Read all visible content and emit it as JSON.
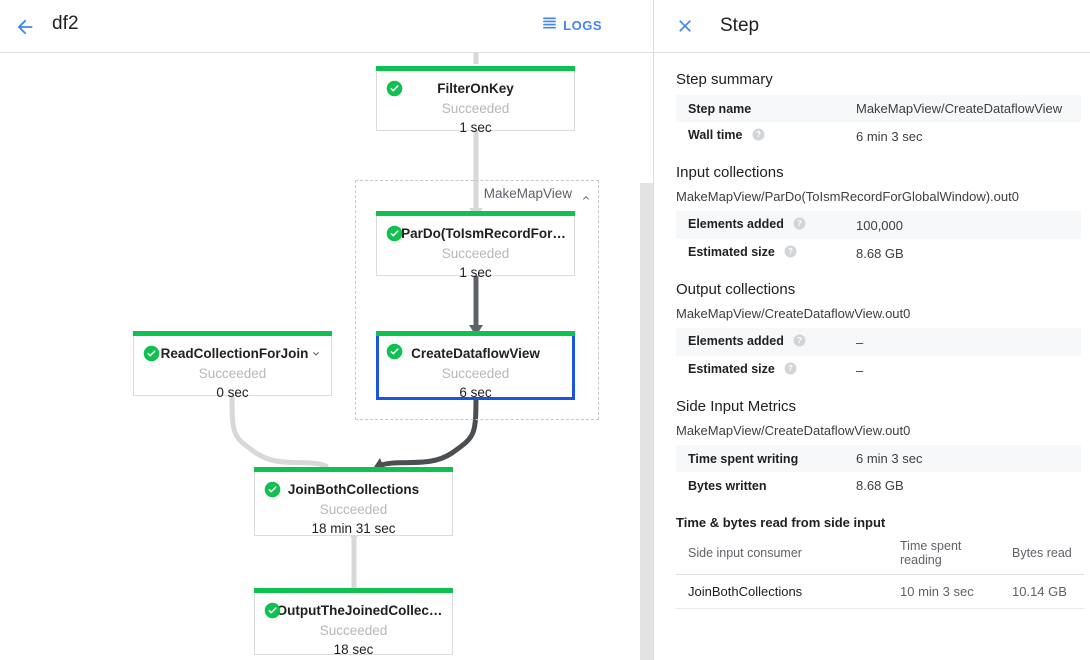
{
  "header": {
    "back_icon": "arrow-left-icon",
    "job_name": "df2",
    "logs_label": "LOGS",
    "logs_icon": "list-icon",
    "accent_blue": "#4285f4"
  },
  "graph": {
    "group": {
      "label": "MakeMapView",
      "collapse_icon": "chevron-up-icon"
    },
    "status_icon": "check-circle-icon",
    "success_color": "#0fc14f",
    "selected_border_color": "#1a56db",
    "nodes": [
      {
        "id": "filter-on-key",
        "title": "FilterOnKey",
        "status": "Succeeded",
        "duration": "1 sec",
        "selected": false,
        "expandable": false
      },
      {
        "id": "pardo-toismrecordfor",
        "title": "ParDo(ToIsmRecordFor…",
        "status": "Succeeded",
        "duration": "1 sec",
        "selected": false,
        "expandable": false
      },
      {
        "id": "create-dataflow-view",
        "title": "CreateDataflowView",
        "status": "Succeeded",
        "duration": "6 sec",
        "selected": true,
        "expandable": false
      },
      {
        "id": "read-collection-for-join",
        "title": "ReadCollectionForJoin",
        "status": "Succeeded",
        "duration": "0 sec",
        "selected": false,
        "expandable": true,
        "expand_icon": "chevron-down-icon"
      },
      {
        "id": "join-both-collections",
        "title": "JoinBothCollections",
        "status": "Succeeded",
        "duration": "18 min 31 sec",
        "selected": false,
        "expandable": false
      },
      {
        "id": "output-the-joined-collection",
        "title": "OutputTheJoinedCollec…",
        "status": "Succeeded",
        "duration": "18 sec",
        "selected": false,
        "expandable": false
      }
    ]
  },
  "panel": {
    "close_icon": "close-icon",
    "title": "Step",
    "step_summary": {
      "heading": "Step summary",
      "rows": [
        {
          "key": "Step name",
          "value": "MakeMapView/CreateDataflowView",
          "help": false
        },
        {
          "key": "Wall time",
          "value": "6 min 3 sec",
          "help": true
        }
      ]
    },
    "input_collections": {
      "heading": "Input collections",
      "collection": "MakeMapView/ParDo(ToIsmRecordForGlobalWindow).out0",
      "rows": [
        {
          "key": "Elements added",
          "value": "100,000",
          "help": true
        },
        {
          "key": "Estimated size",
          "value": "8.68 GB",
          "help": true
        }
      ]
    },
    "output_collections": {
      "heading": "Output collections",
      "collection": "MakeMapView/CreateDataflowView.out0",
      "rows": [
        {
          "key": "Elements added",
          "value": "–",
          "help": true
        },
        {
          "key": "Estimated size",
          "value": "–",
          "help": true
        }
      ]
    },
    "side_input_metrics": {
      "heading": "Side Input Metrics",
      "collection": "MakeMapView/CreateDataflowView.out0",
      "rows": [
        {
          "key": "Time spent writing",
          "value": "6 min 3 sec",
          "help": false
        },
        {
          "key": "Bytes written",
          "value": "8.68 GB",
          "help": false
        }
      ],
      "sub_heading": "Time & bytes read from side input",
      "table": {
        "columns": [
          "Side input consumer",
          "Time spent reading",
          "Bytes read"
        ],
        "rows": [
          [
            "JoinBothCollections",
            "10 min 3 sec",
            "10.14 GB"
          ]
        ]
      }
    }
  }
}
